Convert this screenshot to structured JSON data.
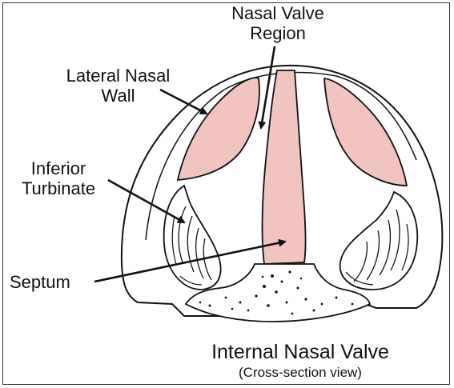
{
  "labels": {
    "nasal_valve_region": [
      "Nasal Valve",
      "Region"
    ],
    "lateral_nasal_wall": [
      "Lateral Nasal",
      "Wall"
    ],
    "inferior_turbinate": [
      "Inferior",
      "Turbinate"
    ],
    "septum": "Septum"
  },
  "caption": {
    "title": "Internal Nasal Valve",
    "subtitle": "(Cross-section view)"
  },
  "colors": {
    "mucosa": "#f2c4c0",
    "outline": "#111111",
    "background": "#ffffff"
  }
}
